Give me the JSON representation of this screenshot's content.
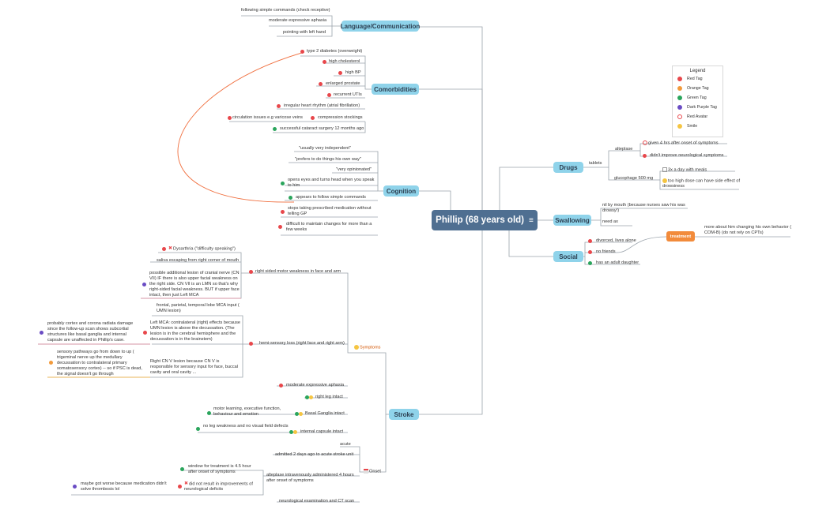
{
  "root": {
    "title": "Phillip (68 years old)",
    "icon": "notes-icon"
  },
  "legend": {
    "title": "Legend",
    "items": [
      "Red Tag",
      "Orange Tag",
      "Green Tag",
      "Dark Purple Tag",
      "Red Avatar",
      "Smile"
    ],
    "colors": [
      "#e8474b",
      "#f29a3b",
      "#2aa55c",
      "#6a4cc4",
      "#e8474b",
      "#f5c542"
    ]
  },
  "branches": {
    "language": "Language/Communication",
    "comorbidities": "Comorbidities",
    "cognition": "Cognition",
    "stroke": "Stroke",
    "drugs": "Drugs",
    "swallowing": "Swallowing",
    "social": "Social"
  },
  "language": [
    "following simple commands (check receptive)",
    "moderate expressive aphasia",
    "pointing with left hand"
  ],
  "comorbidities": [
    "type 2 diabetes (overweight)",
    "high cholesterol",
    "high BP",
    "enlarged prostate",
    "recurrent UTIs",
    "irregular heart rhythm (atrial fibrillation)",
    "compression stockings",
    "circulation issues e.g varicose veins",
    "successful cataract surgery 12 months ago"
  ],
  "cognition": [
    "\"usually very independent\"",
    "\"prefers to do things his own way\"",
    "\"very opinionated\"",
    "opens eyes and turns head when you speak to him",
    "appears to follow simple commands",
    "stops taking prescribed medication without telling GP",
    "difficult to maintain changes for more than a few weeks"
  ],
  "stroke": {
    "symptoms_label": "Symptoms",
    "onset_label": "Onset",
    "motor": "right sided motor weakness in face and arm",
    "motor_children": [
      "Dysarthria (\"difficulty speaking\")",
      "saliva escaping from right corner of mouth",
      "possible additional lesion of cranial nerve (CN VII) IF there is also upper facial weakness on the right side. CN VII is an LMN so that's why right-sided facial weakness. BUT if upper face intact, then just Left MCA"
    ],
    "sensory": "hemi-sensory loss (right face and right arm)",
    "sensory_children": [
      "frontal, parietal, temporal lobe MCA input ( UMN lesion)",
      "Left MCA: contralateral (right) effects because UMN lesion is above the decussation. (The lesion is in the cerebral hemisphere and the decussation is in the brainstem)",
      "Right CN V lesion because CN V is responsible for sensory input for face, buccal cavity and oral cavity ..."
    ],
    "side_notes": [
      "probably cortex and corona radiata damage since the follow-up scan shows subcortial structures like basal ganglia and internal capsule are unaffected in Phillip's case.",
      "sensory pathways go from down to up ( trigeminal nerve up the medullary decussation to contralateral primary somatosensory cortex) -- so if PSC is dead, the signal doesn't go through"
    ],
    "other": [
      "moderate expressive aphasia",
      "right leg intact",
      "Basal Ganglia intact",
      "internal capsule intact"
    ],
    "other_children": [
      "motor learning, executive function, behaviour and emotion",
      "no leg weakness and no visual field defects"
    ],
    "onset": [
      "acute",
      "admitted 2 days ago to acute stroke unit",
      "alteplase intravenously administered 4 hours after onset of symptoms",
      "neurological examination and CT scan"
    ],
    "onset_children": [
      "window for treatment is 4.5 hour after onset of symptoms",
      "did not result in improvements of neurological deficits",
      "maybe got worse because medication didn't solve thrombosis lol"
    ]
  },
  "drugs": {
    "tablets": "tablets",
    "alteplase": "alteplase",
    "alteplase_children": [
      "given 4 hrs after onset of symptoms",
      "didn't improve neurological symptoms"
    ],
    "glucophage": "glucophage 500 mg",
    "glucophage_children": [
      "3x a day with meals",
      "too high dose can have side effect of drowsiness"
    ]
  },
  "swallowing": [
    "nil by mouth (because nurses saw his was drowsy!)",
    "need ax"
  ],
  "social": {
    "items": [
      "divorced, lives alone",
      "no friends",
      "has an adult daughter"
    ],
    "treatment_label": "treatment",
    "treatment_note": "more about him changing his own behavior ( COM-B) (do not rely on CPTs)"
  }
}
